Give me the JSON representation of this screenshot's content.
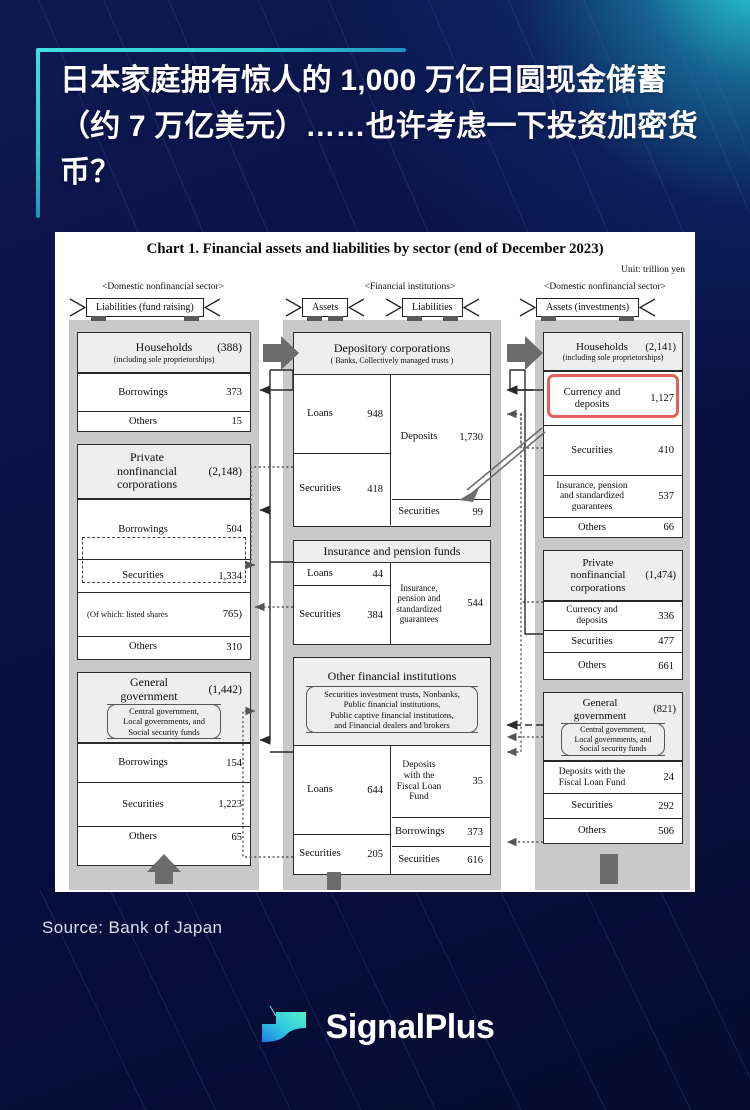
{
  "headline": {
    "text": "日本家庭拥有惊人的 1,000 万亿日圆现金储蓄（约 7 万亿美元）……也许考虑一下投资加密货币？"
  },
  "source": {
    "text": "Source: Bank of Japan"
  },
  "logo": {
    "wordmark": "SignalPlus"
  },
  "chart": {
    "title": "Chart 1. Financial assets and liabilities by sector (end of December 2023)",
    "unit": "Unit: trillion yen",
    "sector_labels": {
      "left": "<Domestic nonfinancial sector>",
      "middle": "<Financial institutions>",
      "right": "<Domestic nonfinancial sector>"
    },
    "ribbons": {
      "liabilities_fund_raising": "Liabilities (fund raising)",
      "assets": "Assets",
      "liabilities": "Liabilities",
      "assets_investments": "Assets (investments)"
    },
    "left_column": [
      {
        "name": "Households",
        "sub": "(including sole proprietorships)",
        "total": "(388)",
        "rows": [
          {
            "label": "Borrowings",
            "value": "373"
          },
          {
            "label": "Others",
            "value": "15"
          }
        ]
      },
      {
        "name": "Private\nnonfinancial\ncorporations",
        "total": "(2,148)",
        "rows": [
          {
            "label": "Borrowings",
            "value": "504"
          },
          {
            "label": "Securities",
            "value": "1,334"
          },
          {
            "label": "(Of which: listed shares",
            "value": "765)"
          },
          {
            "label": "Others",
            "value": "310"
          }
        ]
      },
      {
        "name": "General\ngovernment",
        "paren": "Central government,\nLocal governments, and\nSocial security funds",
        "total": "(1,442)",
        "rows": [
          {
            "label": "Borrowings",
            "value": "154"
          },
          {
            "label": "Securities",
            "value": "1,223"
          },
          {
            "label": "Others",
            "value": "65"
          }
        ]
      }
    ],
    "middle_column": [
      {
        "name": "Depository corporations",
        "sub": "( Banks, Collectively managed trusts )",
        "assets": [
          {
            "label": "Loans",
            "value": "948"
          },
          {
            "label": "Securities",
            "value": "418"
          }
        ],
        "liabilities": [
          {
            "label": "Deposits",
            "value": "1,730"
          },
          {
            "label": "Securities",
            "value": "99"
          }
        ]
      },
      {
        "name": "Insurance and pension funds",
        "assets": [
          {
            "label": "Loans",
            "value": "44"
          },
          {
            "label": "Securities",
            "value": "384"
          }
        ],
        "liabilities": [
          {
            "label": "Insurance,\npension and\nstandardized\nguarantees",
            "value": "544"
          }
        ]
      },
      {
        "name": "Other financial institutions",
        "paren": "Securities investment trusts, Nonbanks,\nPublic financial institutions,\nPublic captive financial institutions,\nand Financial dealers and brokers",
        "assets": [
          {
            "label": "Loans",
            "value": "644"
          },
          {
            "label": "Securities",
            "value": "205"
          }
        ],
        "liabilities": [
          {
            "label": "Deposits\nwith the\nFiscal Loan\nFund",
            "value": "35"
          },
          {
            "label": "Borrowings",
            "value": "373"
          },
          {
            "label": "Securities",
            "value": "616"
          }
        ]
      }
    ],
    "right_column": [
      {
        "name": "Households",
        "sub": "(including sole proprietorships)",
        "total": "(2,141)",
        "rows": [
          {
            "label": "Currency and\ndeposits",
            "value": "1,127",
            "highlight": true
          },
          {
            "label": "Securities",
            "value": "410"
          },
          {
            "label": "Insurance, pension\nand standardized\nguarantees",
            "value": "537"
          },
          {
            "label": "Others",
            "value": "66"
          }
        ]
      },
      {
        "name": "Private\nnonfinancial\ncorporations",
        "total": "(1,474)",
        "rows": [
          {
            "label": "Currency and\ndeposits",
            "value": "336"
          },
          {
            "label": "Securities",
            "value": "477"
          },
          {
            "label": "Others",
            "value": "661"
          }
        ]
      },
      {
        "name": "General\ngovernment",
        "paren": "Central government,\nLocal governments, and\nSocial security funds",
        "total": "(821)",
        "rows": [
          {
            "label": "Deposits with the\nFiscal Loan Fund",
            "value": "24"
          },
          {
            "label": "Securities",
            "value": "292"
          },
          {
            "label": "Others",
            "value": "506"
          }
        ]
      }
    ]
  },
  "colors": {
    "accent": "#3fe0e0",
    "background": "#0a1144",
    "highlight": "#e2615c",
    "panel": "#ffffff"
  }
}
